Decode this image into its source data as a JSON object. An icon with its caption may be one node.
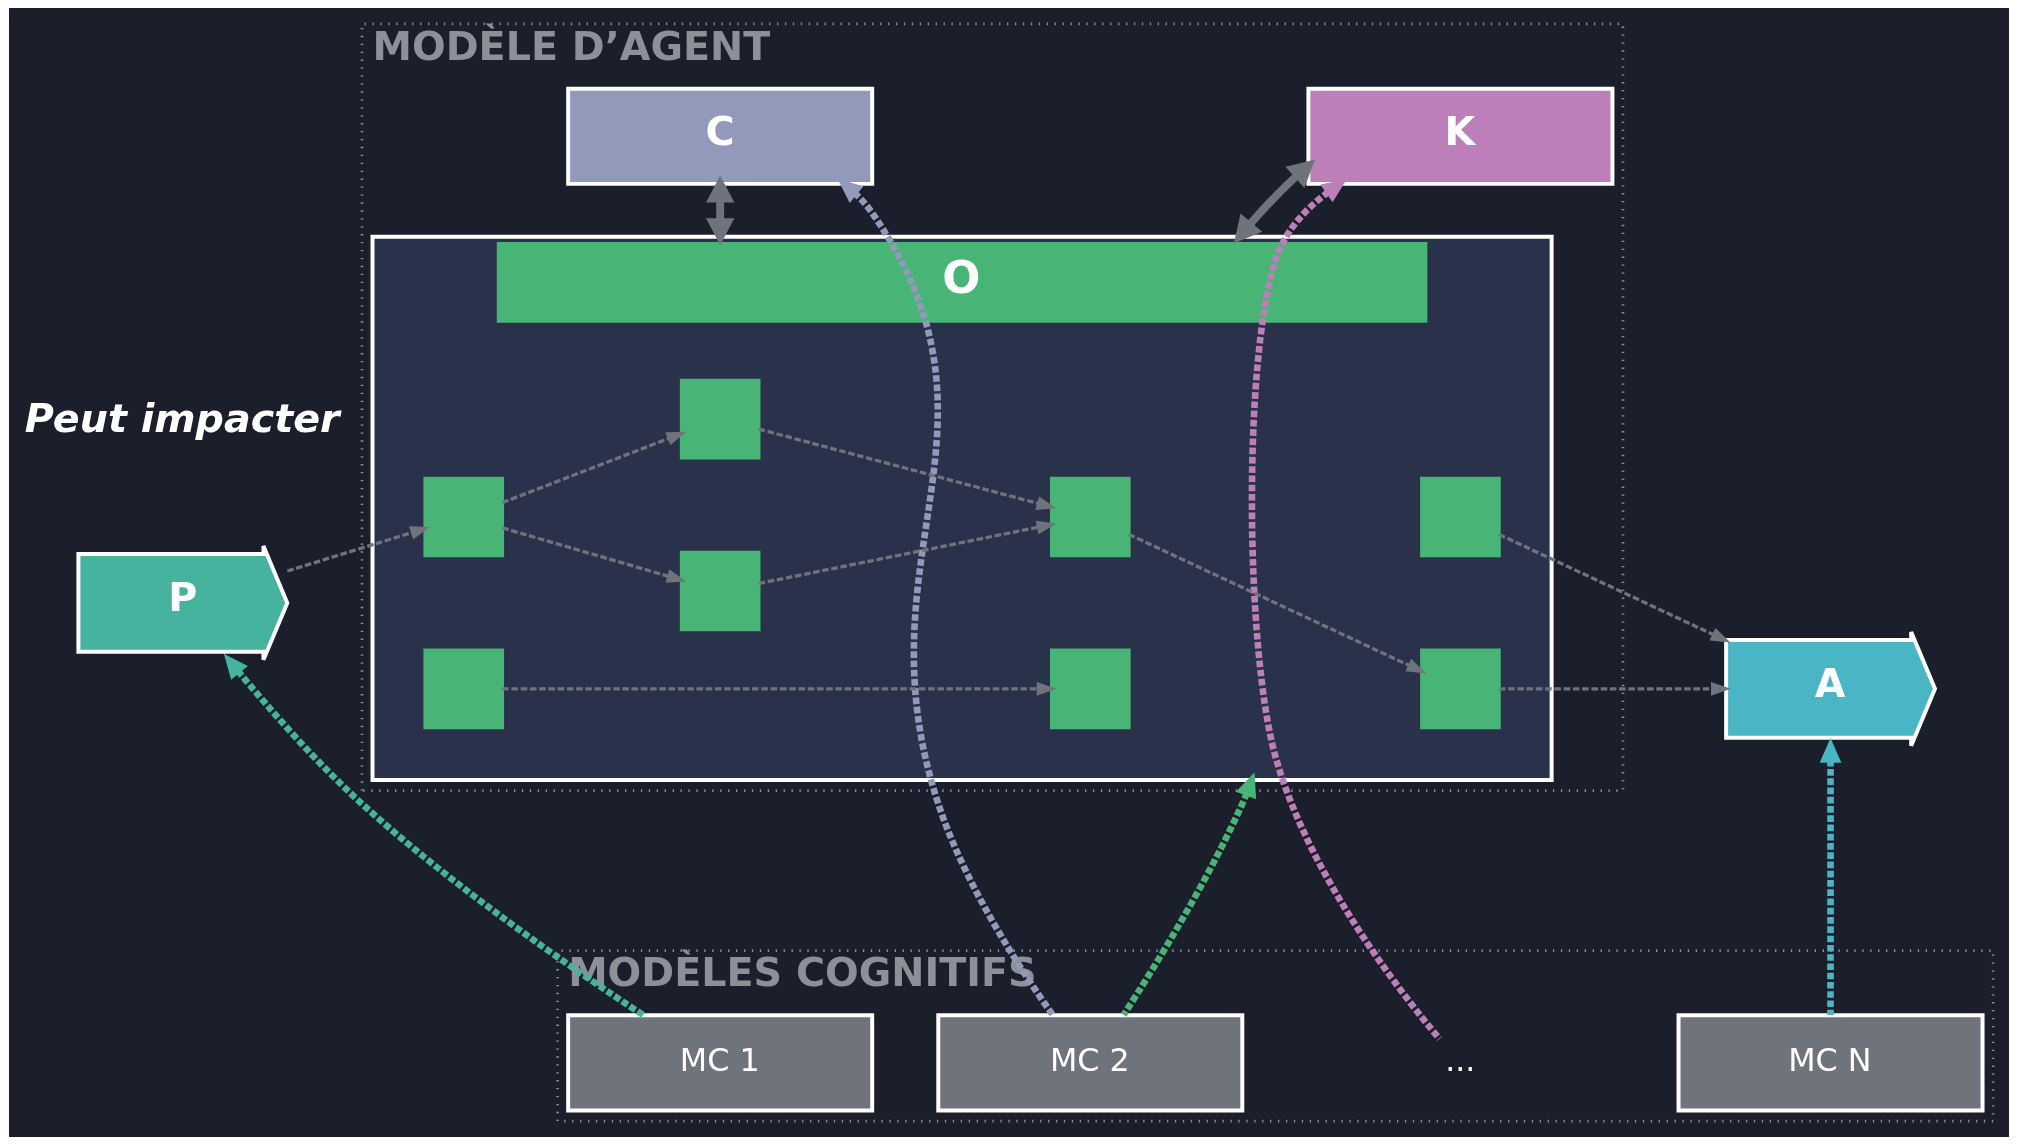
{
  "diagram": {
    "nodes": [
      {
        "text": [
          "MODÈLE D’AGENT"
        ]
      },
      {
        "text": [
          "O"
        ],
        "in": 0
      },
      {
        "text": [],
        "shape": "box",
        "in": 1
      },
      {
        "text": [],
        "shape": "box",
        "in": 1
      },
      {
        "text": [],
        "shape": "box",
        "in": 1
      },
      {
        "text": [],
        "shape": "box",
        "in": 1
      },
      {
        "text": [],
        "shape": "box",
        "in": 1
      },
      {
        "text": [],
        "shape": "box",
        "in": 1
      },
      {
        "text": [],
        "shape": "box",
        "in": 1
      },
      {
        "text": [],
        "shape": "box",
        "in": 1
      },
      {
        "text": [
          "P"
        ]
      },
      {
        "text": [
          "A"
        ]
      },
      {
        "text": [
          "C"
        ],
        "in": 0
      },
      {
        "text": [
          "K"
        ],
        "in": 0
      },
      {
        "text": [
          "MODÈLES COGNITIFS"
        ]
      },
      {
        "text": [
          "MC 1"
        ],
        "in": 14
      },
      {
        "text": [
          "MC 2"
        ],
        "in": 14
      },
      {
        "text": [
          "..."
        ],
        "in": 14
      },
      {
        "text": [
          "MC N"
        ],
        "in": 14
      }
    ],
    "edges": [
      {
        "from": 10,
        "to": 2,
        "arrow": "to",
        "style": "dashed"
      },
      {
        "from": 2,
        "to": 3,
        "arrow": "to",
        "style": "dashed"
      },
      {
        "from": 2,
        "to": 6,
        "arrow": "to",
        "style": "dashed"
      },
      {
        "from": 3,
        "to": 4,
        "arrow": "to",
        "style": "dashed"
      },
      {
        "from": 6,
        "to": 4,
        "arrow": "to",
        "style": "dashed"
      },
      {
        "from": 4,
        "to": 5,
        "arrow": "to",
        "style": "dashed"
      },
      {
        "from": 5,
        "to": 11,
        "arrow": "to",
        "style": "dashed"
      },
      {
        "from": 7,
        "to": 11,
        "arrow": "to",
        "style": "dashed"
      },
      {
        "from": 8,
        "to": 9,
        "arrow": "to",
        "style": "dashed"
      },
      {
        "from": 1,
        "to": 12,
        "arrow": "both",
        "style": "thick"
      },
      {
        "from": 1,
        "to": 13,
        "arrow": "both",
        "style": "thick"
      },
      {
        "from": 15,
        "to": 10,
        "arrow": "to",
        "style": "dashed",
        "color": "#45b39d"
      },
      {
        "from": 16,
        "to": 12,
        "arrow": "to",
        "style": "dashed",
        "color": "#9399bb"
      },
      {
        "from": 16,
        "to": 1,
        "arrow": "to",
        "style": "dashed",
        "color": "#48b475"
      },
      {
        "from": 17,
        "to": 13,
        "arrow": "to",
        "style": "dashed",
        "color": "#bd7fba"
      },
      {
        "from": 18,
        "to": 11,
        "arrow": "to",
        "style": "dashed",
        "color": "#4ab5c4"
      }
    ],
    "labels": [
      "Peut impacter"
    ]
  }
}
